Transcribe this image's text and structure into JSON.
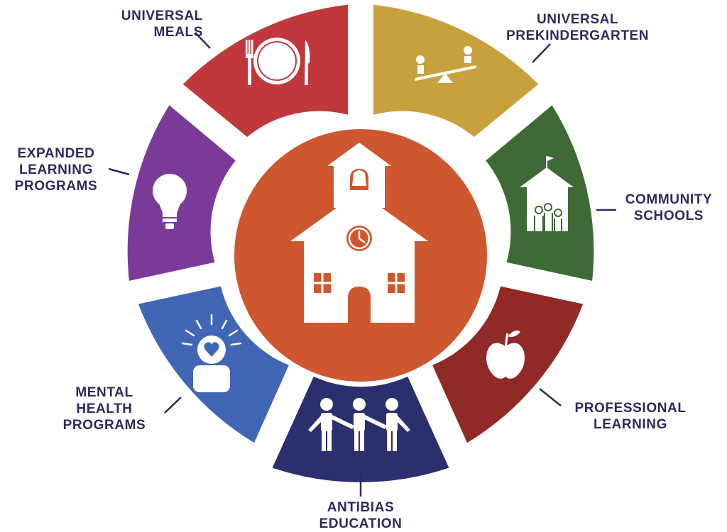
{
  "center": {
    "icon": "schoolhouse-icon",
    "color": "#cf5730"
  },
  "segments": [
    {
      "key": "universal_meals",
      "lines": [
        "UNIVERSAL",
        "MEALS"
      ],
      "icon": "plate-fork-knife-icon",
      "color": "#c0383b"
    },
    {
      "key": "universal_prek",
      "lines": [
        "UNIVERSAL",
        "PREKINDERGARTEN"
      ],
      "icon": "seesaw-icon",
      "color": "#c9a13c"
    },
    {
      "key": "community_schools",
      "lines": [
        "COMMUNITY",
        "SCHOOLS"
      ],
      "icon": "school-family-icon",
      "color": "#3e6a36"
    },
    {
      "key": "professional_learning",
      "lines": [
        "PROFESSIONAL",
        "LEARNING"
      ],
      "icon": "apple-icon",
      "color": "#8f2a27"
    },
    {
      "key": "antibias_education",
      "lines": [
        "ANTIBIAS",
        "EDUCATION"
      ],
      "icon": "people-holding-hands-icon",
      "color": "#2c2f6e"
    },
    {
      "key": "mental_health",
      "lines": [
        "MENTAL",
        "HEALTH",
        "PROGRAMS"
      ],
      "icon": "heart-mind-icon",
      "color": "#4066b5"
    },
    {
      "key": "expanded_learning",
      "lines": [
        "EXPANDED",
        "LEARNING",
        "PROGRAMS"
      ],
      "icon": "lightbulb-icon",
      "color": "#7b3a98"
    }
  ]
}
